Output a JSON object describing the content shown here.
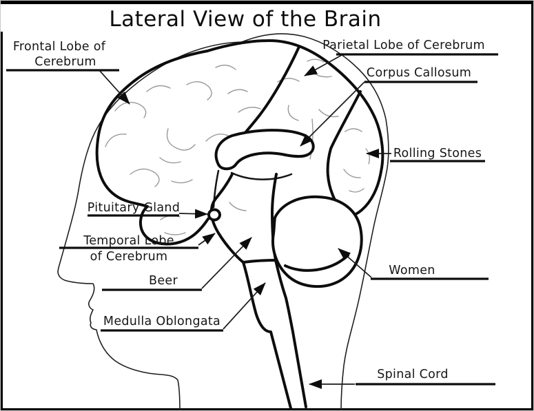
{
  "title": "Lateral View of the Brain",
  "diagram": {
    "labels": {
      "frontal_lobe": {
        "line1": "Frontal Lobe of",
        "line2": "Cerebrum"
      },
      "parietal_lobe": {
        "text": "Parietal Lobe of Cerebrum"
      },
      "corpus_callosum": {
        "text": "Corpus Callosum"
      },
      "rolling_stones": {
        "text": "Rolling Stones"
      },
      "pituitary_gland": {
        "text": "Pituitary Gland"
      },
      "temporal_lobe": {
        "line1": "Temporal Lobe",
        "line2": "of Cerebrum"
      },
      "beer": {
        "text": "Beer"
      },
      "medulla_oblongata": {
        "text": "Medulla Oblongata"
      },
      "women": {
        "text": "Women"
      },
      "spinal_cord": {
        "text": "Spinal Cord"
      }
    },
    "colors": {
      "ink": "#000000",
      "gyri_gray": "#9a9a9a",
      "background": "#ffffff"
    }
  }
}
